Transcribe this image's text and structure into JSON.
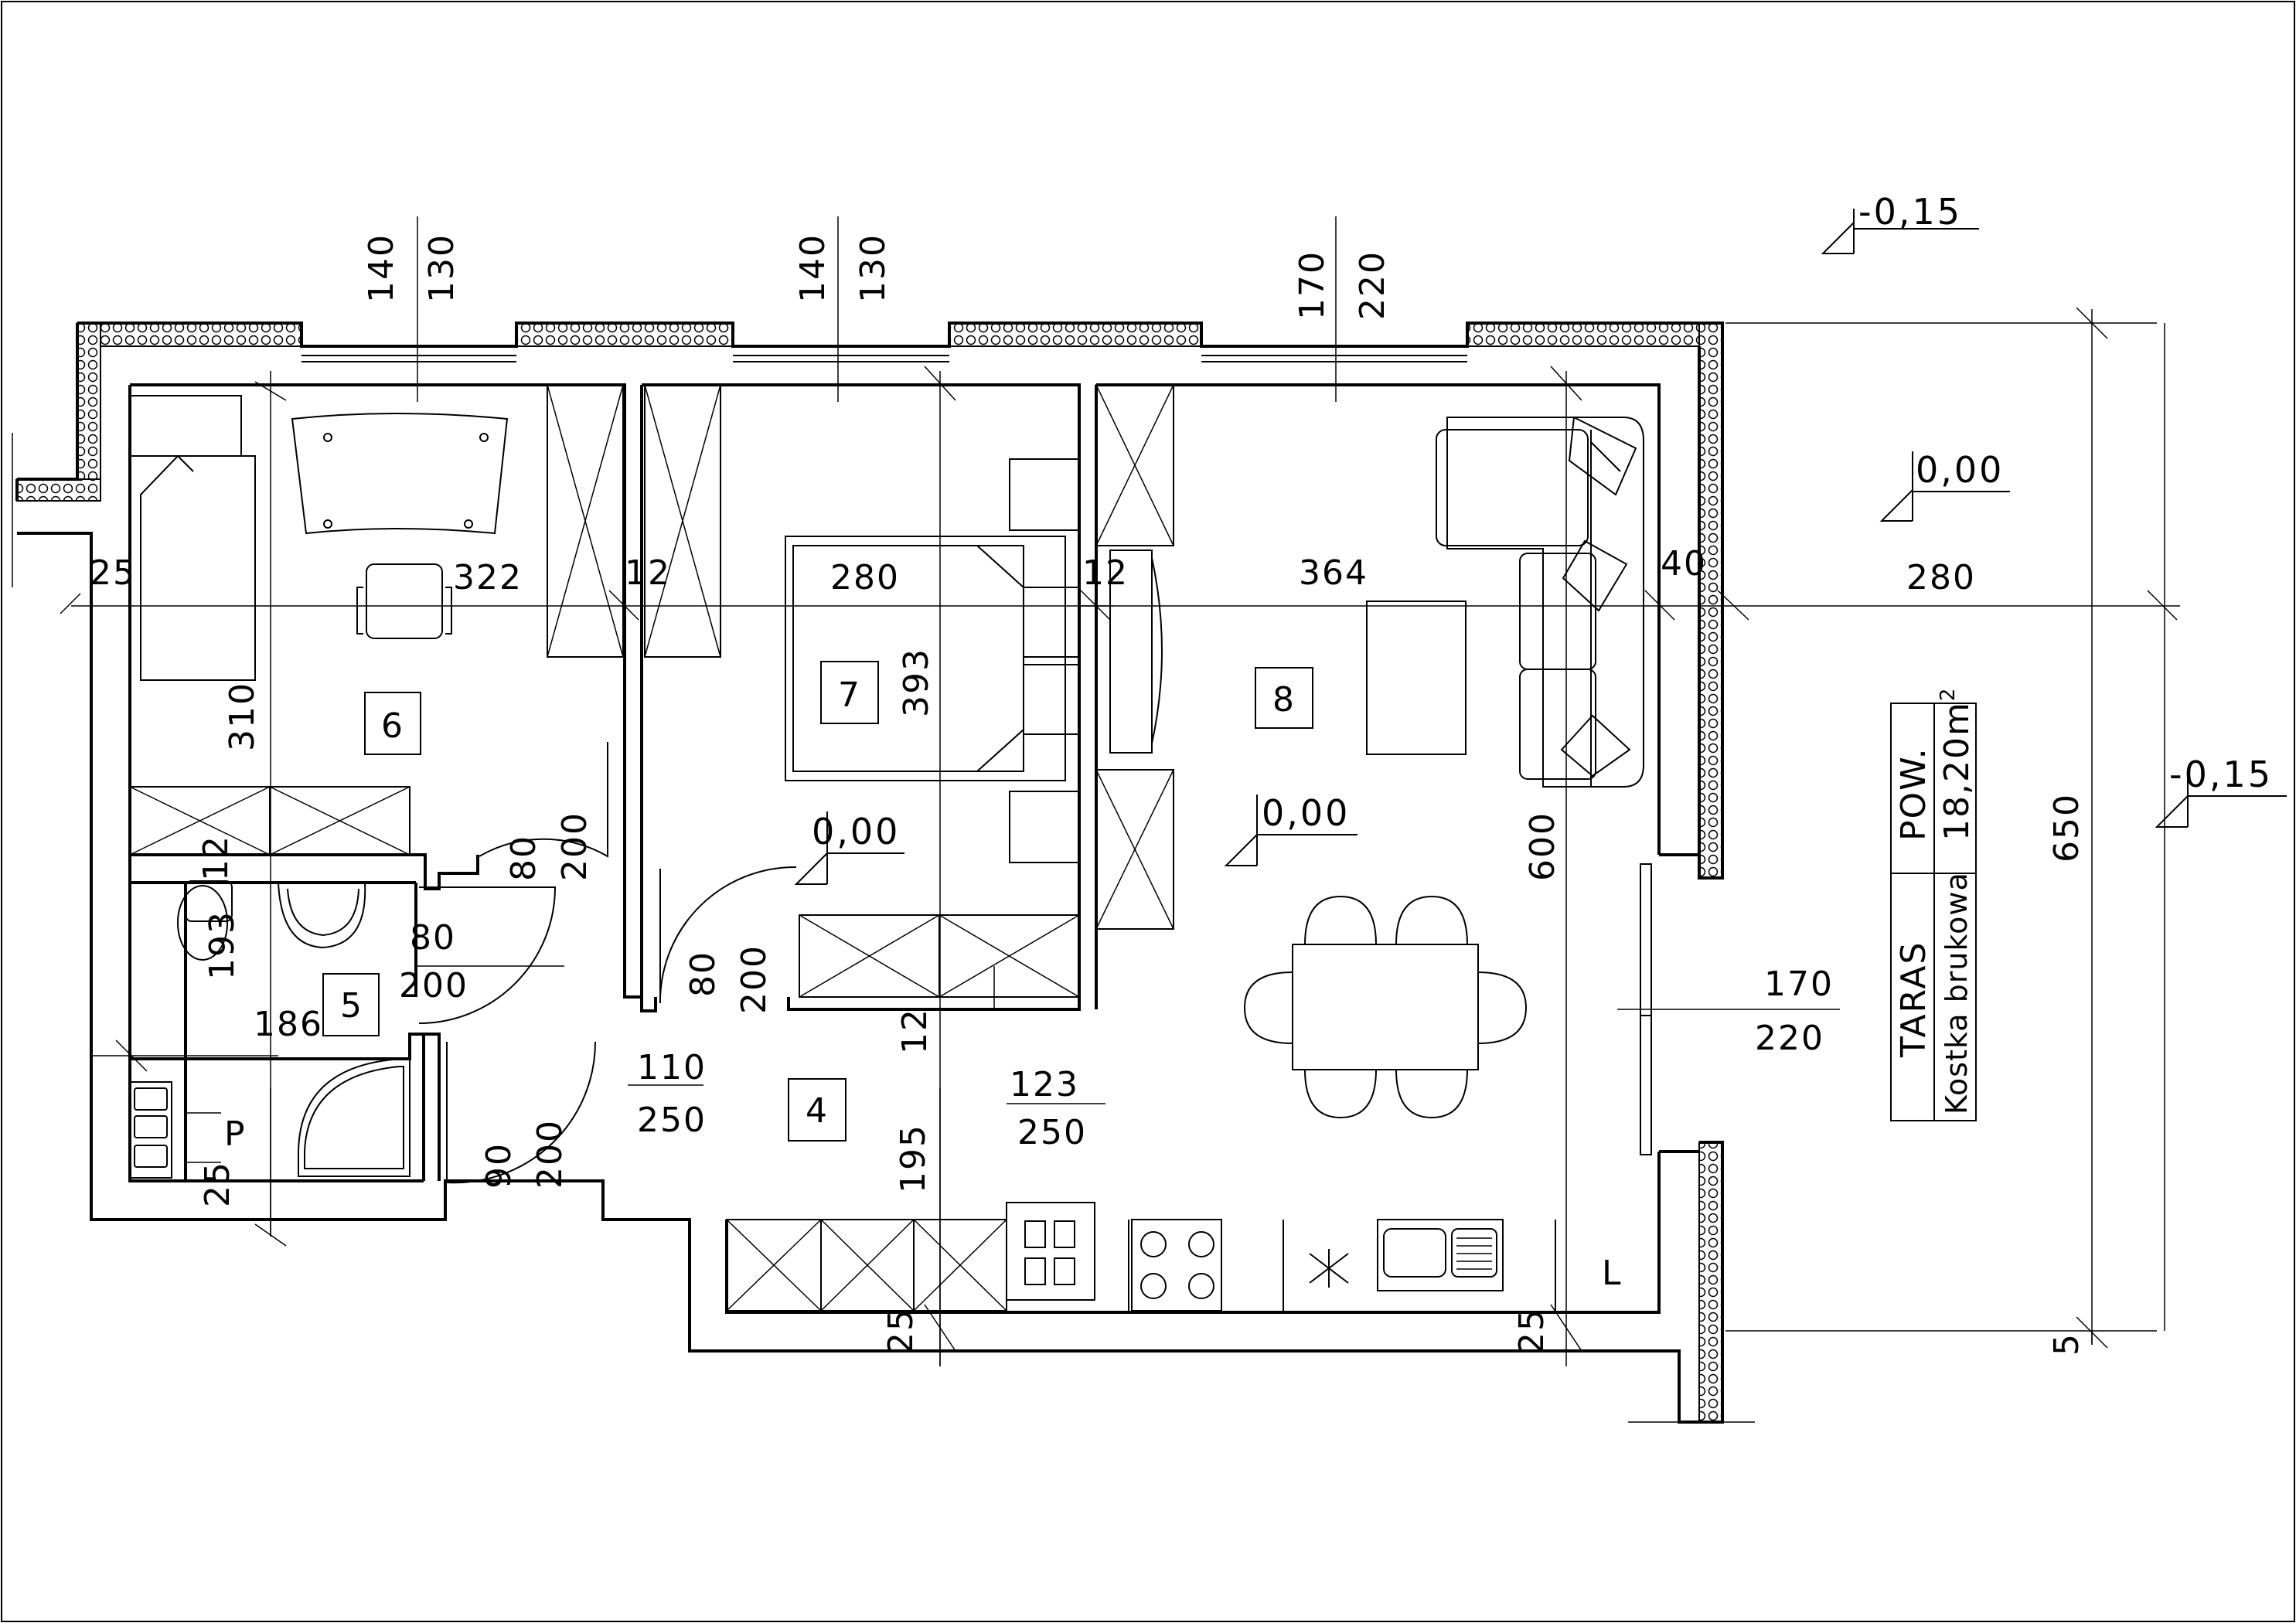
{
  "dimensions": {
    "win1_w": "140",
    "win1_h": "130",
    "win2_w": "140",
    "win2_h": "130",
    "win3_w": "170",
    "win3_h": "220",
    "wall_left": "25",
    "room6_width": "322",
    "partition_a": "12",
    "room7_width": "280",
    "partition_b": "12",
    "room8_width": "364",
    "wall_right": "40",
    "terrace_width": "280",
    "room6_depth": "310",
    "room7_depth": "393",
    "door6_w": "80",
    "door6_h": "200",
    "door5_w": "80",
    "door5_h": "200",
    "door7_w": "80",
    "door7_h": "200",
    "partition_c": "12",
    "bath_depth": "193",
    "bath_width": "186",
    "door_bath2_w": "90",
    "door_bath2_h": "200",
    "hall_w": "110",
    "hall_h": "250",
    "opening_w": "123",
    "opening_h": "250",
    "hall_depth": "195",
    "room8_depth": "600",
    "terrace_door_w": "170",
    "terrace_door_h": "220",
    "wall_bottom_left": "25",
    "wall_bottom_a": "25",
    "wall_bottom_b": "25",
    "terrace_depth": "650",
    "terrace_edge": "5"
  },
  "levels": {
    "outside_top": "-0,15",
    "terrace": "0,00",
    "room7": "0,00",
    "room8": "0,00",
    "outside_right": "-0,15"
  },
  "rooms": {
    "r4": "4",
    "r5": "5",
    "r6": "6",
    "r7": "7",
    "r8": "8"
  },
  "labels": {
    "boiler": "P",
    "fridge": "L"
  },
  "terrace_box": {
    "name": "TARAS",
    "material": "Kostka brukowa",
    "area_label": "POW.",
    "area_value": "18,20m",
    "area_unit_exp": "2"
  }
}
